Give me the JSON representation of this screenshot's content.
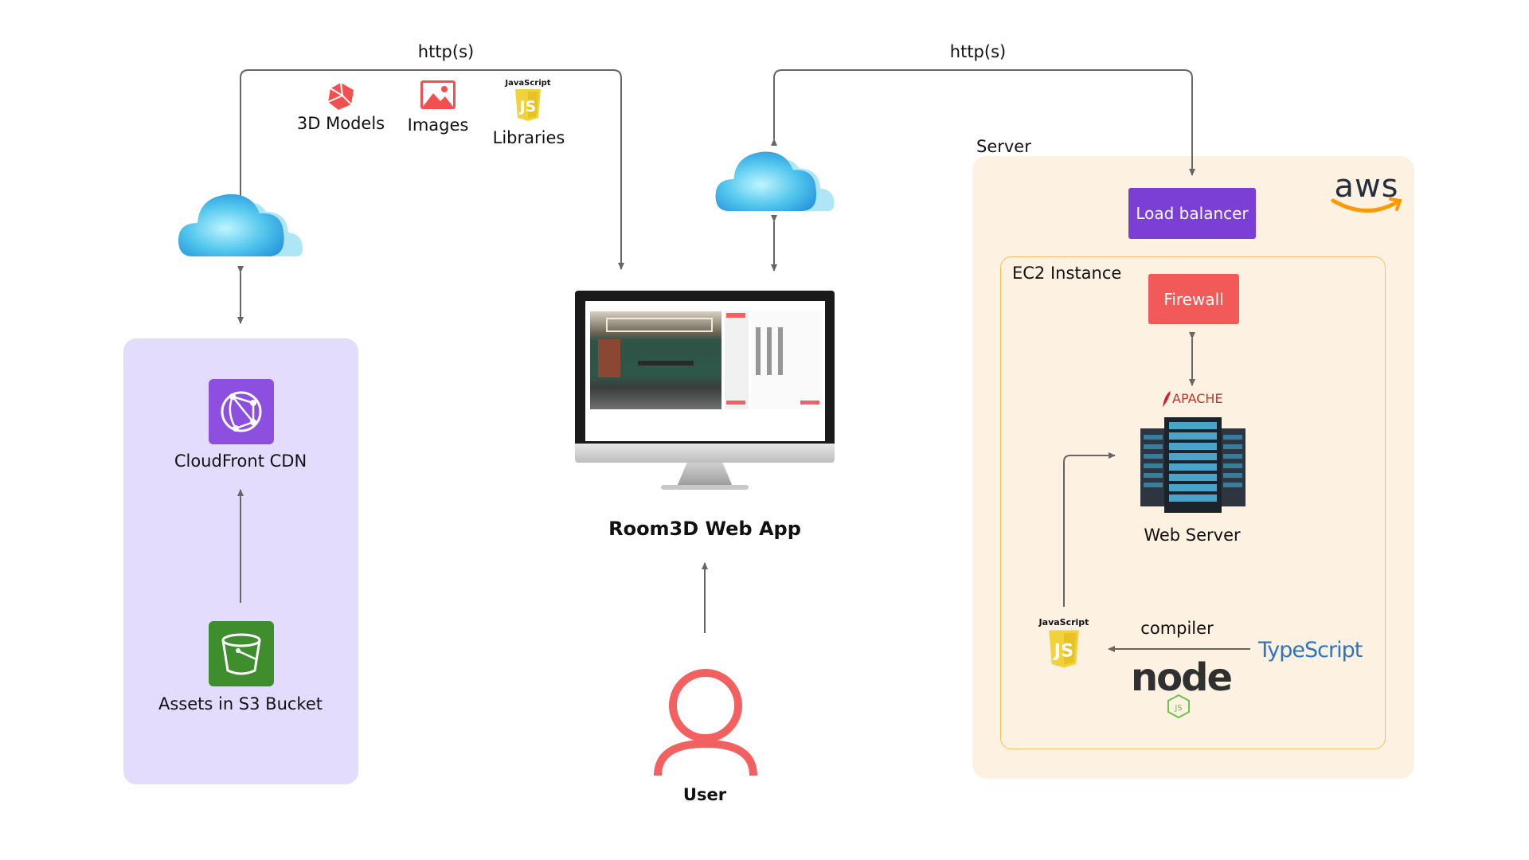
{
  "left_link": {
    "label": "http(s)"
  },
  "right_link": {
    "label": "http(s)"
  },
  "assets": {
    "models_label": "3D Models",
    "images_label": "Images",
    "libraries_label": "Libraries",
    "js_badge_text": "JavaScript"
  },
  "cdn_panel": {
    "cloudfront_label": "CloudFront CDN",
    "s3_label": "Assets in S3 Bucket"
  },
  "webapp": {
    "label": "Room3D Web App"
  },
  "user": {
    "label": "User"
  },
  "server": {
    "label": "Server",
    "brand": "aws",
    "load_balancer_label": "Load balancer",
    "ec2_label": "EC2 Instance",
    "firewall_label": "Firewall",
    "apache_label": "APACHE",
    "web_server_label": "Web Server",
    "compiler_label": "compiler",
    "typescript_label": "TypeScript",
    "js_badge_text": "JavaScript",
    "node_label": "node"
  },
  "colors": {
    "cdn_panel_bg": "#e3dcfc",
    "server_bg": "#fdf1e2",
    "ec2_border": "#f2c15c",
    "load_balancer": "#7b3fd6",
    "firewall": "#f25a5a",
    "cloudfront": "#8c4fe0",
    "s3": "#3e8e2e",
    "user": "#f26060",
    "arrow": "#666666",
    "typescript": "#2f74c0",
    "js_yellow": "#f0d33c"
  }
}
